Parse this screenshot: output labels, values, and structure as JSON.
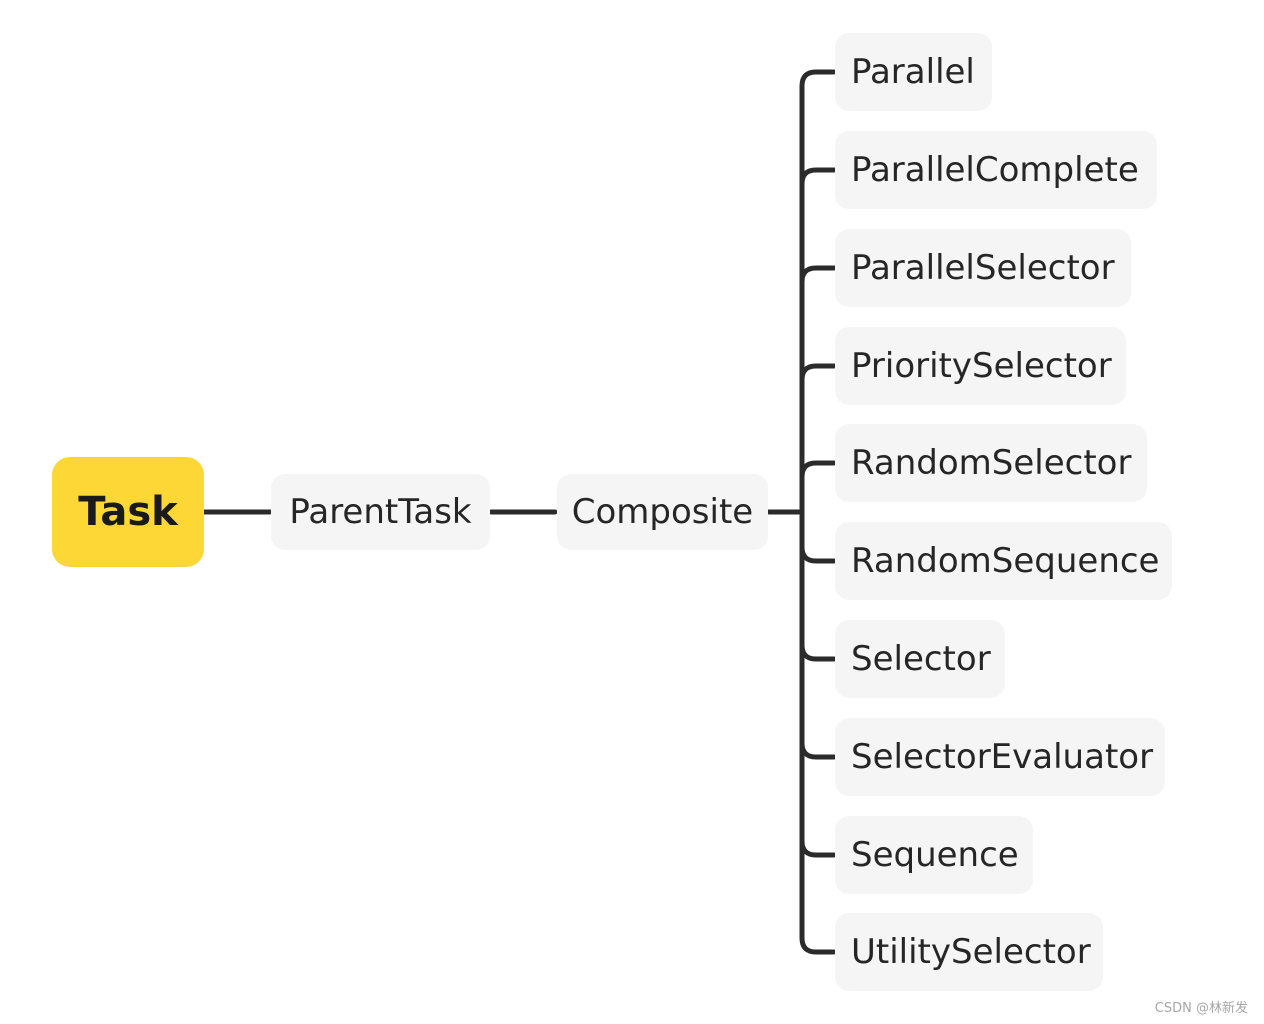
{
  "root": {
    "label": "Task"
  },
  "level1": {
    "label": "ParentTask"
  },
  "level2": {
    "label": "Composite"
  },
  "children": [
    "Parallel",
    "ParallelComplete",
    "ParallelSelector",
    "PrioritySelector",
    "RandomSelector",
    "RandomSequence",
    "Selector",
    "SelectorEvaluator",
    "Sequence",
    "UtilitySelector"
  ],
  "watermark": "CSDN @林新发",
  "colors": {
    "root_fill": "#fdd735",
    "node_fill": "#f5f5f5",
    "connector": "#2b2b2b",
    "text": "#262626"
  }
}
